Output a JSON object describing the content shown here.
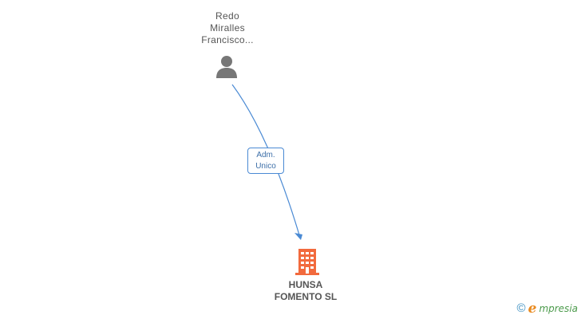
{
  "person": {
    "name_lines": [
      "Redo",
      "Miralles",
      "Francisco..."
    ],
    "icon": "person-icon",
    "color": "#777777"
  },
  "relation": {
    "label_lines": [
      "Adm.",
      "Unico"
    ],
    "color": "#4a8ad4"
  },
  "company": {
    "name_lines": [
      "HUNSA",
      "FOMENTO SL"
    ],
    "icon": "building-icon",
    "color": "#f26a3d"
  },
  "watermark": {
    "copyright": "©",
    "brand_initial": "e",
    "brand_rest": "mpresia"
  }
}
